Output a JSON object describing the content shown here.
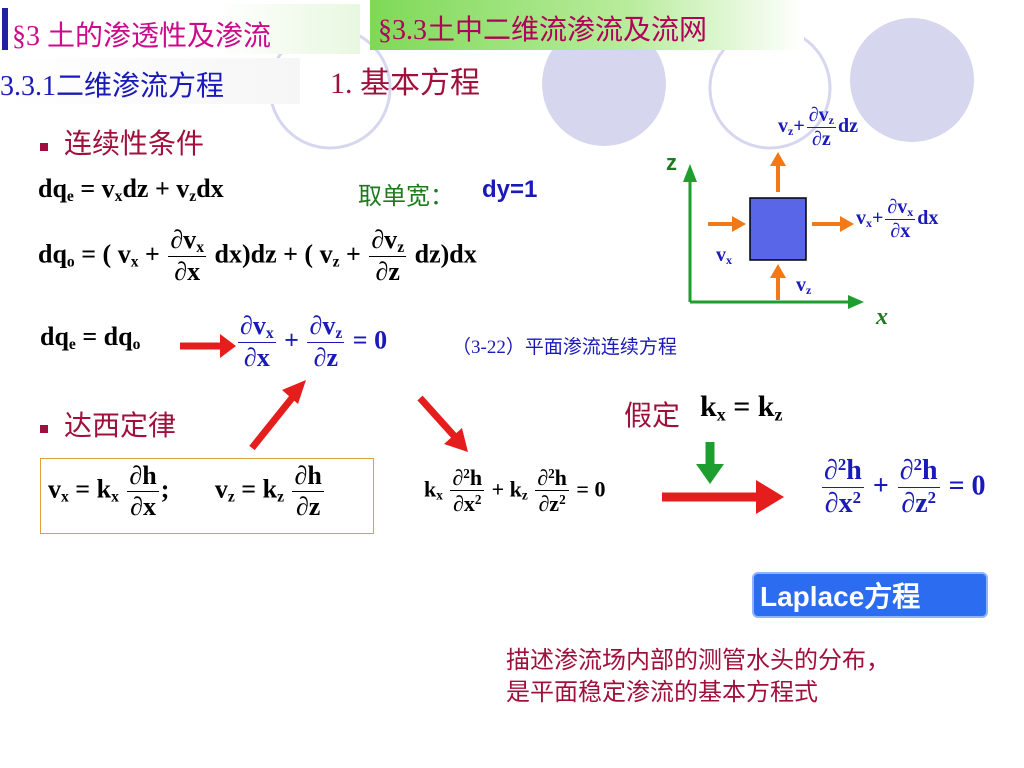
{
  "header": {
    "section_title": "§3 土的渗透性及渗流",
    "subsection_title": "§3.3土中二维流渗流及流网",
    "sub_subsection": "3.3.1二维渗流方程",
    "heading": "1. 基本方程"
  },
  "continuity": {
    "bullet_label": "连续性条件",
    "unit_width_label": "取单宽：",
    "unit_width_value": "dy=1",
    "equation_note": "（3-22）平面渗流连续方程"
  },
  "darcy": {
    "bullet_label": "达西定律"
  },
  "assumption": {
    "label": "假定"
  },
  "diagram": {
    "z_label": "z",
    "x_label": "x"
  },
  "laplace": {
    "badge": "Laplace方程",
    "description_line1": "描述渗流场内部的测管水头的分布，",
    "description_line2": "是平面稳定渗流的基本方程式"
  },
  "colors": {
    "title_magenta": "#cc0a8c",
    "header_green": "#7ed957",
    "equation_blue": "#1a1ab8",
    "badge_blue": "#2b6cf0",
    "arrow_red": "#e51d1d",
    "arrow_green": "#1e9e2e",
    "flow_orange": "#f07a1a",
    "element_fill": "#5a66e8",
    "circle_lavender": "#d6d6ee"
  }
}
